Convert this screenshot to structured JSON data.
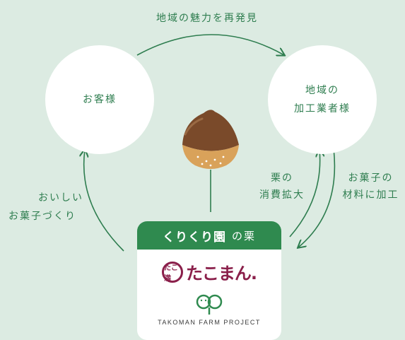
{
  "top_arrow_label": "地域の魅力を再発見",
  "customer_circle": "お客様",
  "business_circle": [
    "地域の",
    "加工業者様"
  ],
  "left_arrow_label": [
    "おいしい",
    "お菓子づくり"
  ],
  "right_inner_label": [
    "栗の",
    "消費拡大"
  ],
  "right_outer_label": [
    "お菓子の",
    "材料に加工"
  ],
  "card": {
    "brand_logo_text": "くりくり園",
    "brand_suffix": "の栗",
    "takoman_badge_text": "たこ満",
    "takoman_logo_text": "たこまん.",
    "farm_project_text": "TAKOMAN FARM PROJECT"
  },
  "colors": {
    "background": "#dcebe2",
    "accent_green": "#2f8a4f",
    "brand_maroon": "#8a1f4a"
  },
  "icons": [
    "chestnut-icon",
    "farm-project-logo-icon"
  ]
}
